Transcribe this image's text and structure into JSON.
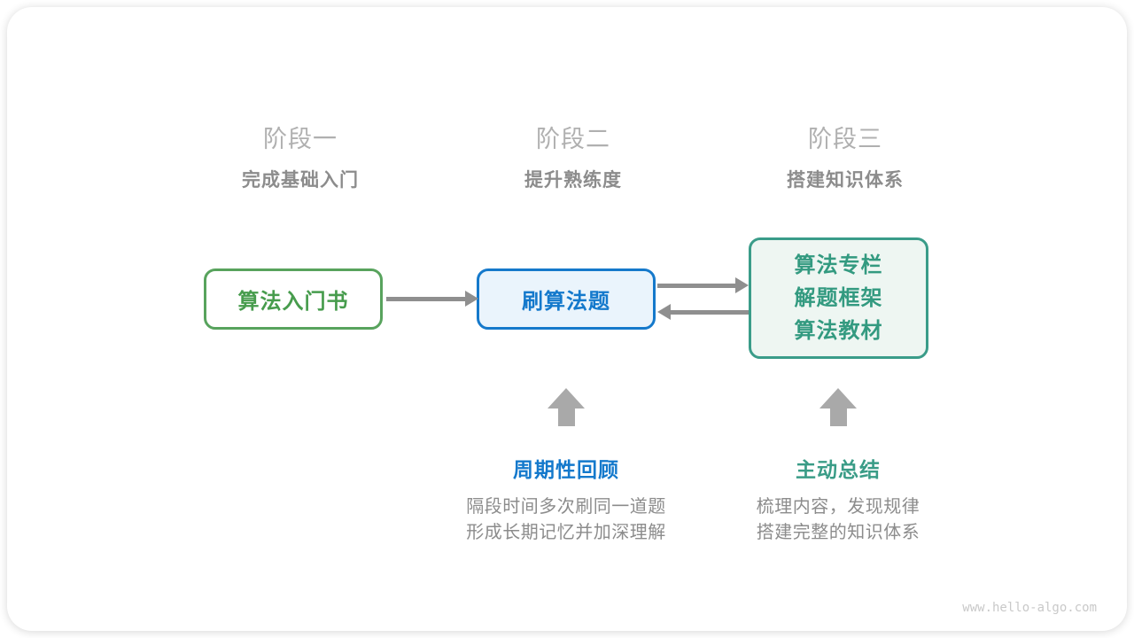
{
  "page": {
    "watermark": "www.hello-algo.com"
  },
  "colors": {
    "green_border": "#58a35d",
    "green_text": "#479c4d",
    "blue_border": "#1579cb",
    "blue_text": "#1479cc",
    "blue_bg": "#eaf4fc",
    "teal_border": "#3a9c89",
    "teal_text": "#339a80",
    "teal_bg": "#eef6f2",
    "arrow_gray": "#8f8f8f",
    "block_arrow_gray": "#a9a9a9",
    "stage_title_gray": "#b0b0b0",
    "body_text_gray": "#8c8c8c"
  },
  "stages": [
    {
      "title": "阶段一",
      "subtitle": "完成基础入门"
    },
    {
      "title": "阶段二",
      "subtitle": "提升熟练度"
    },
    {
      "title": "阶段三",
      "subtitle": "搭建知识体系"
    }
  ],
  "nodes": [
    {
      "id": "intro-book",
      "theme": "green",
      "lines": [
        "算法入门书"
      ]
    },
    {
      "id": "practice-problems",
      "theme": "blue",
      "lines": [
        "刷算法题"
      ]
    },
    {
      "id": "knowledge-resources",
      "theme": "teal",
      "lines": [
        "算法专栏",
        "解题框架",
        "算法教材"
      ]
    }
  ],
  "annotations": [
    {
      "id": "periodic-review",
      "label": "周期性回顾",
      "desc_lines": [
        "隔段时间多次刷同一道题",
        "形成长期记忆并加深理解"
      ]
    },
    {
      "id": "active-summary",
      "label": "主动总结",
      "desc_lines": [
        "梳理内容，发现规律",
        "搭建完整的知识体系"
      ]
    }
  ]
}
